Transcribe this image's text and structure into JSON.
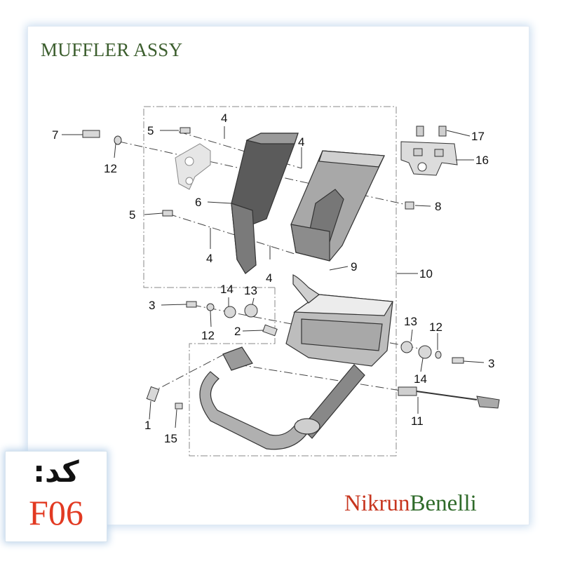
{
  "title": "MUFFLER ASSY",
  "code": {
    "label": "کد:",
    "value": "F06"
  },
  "brand": {
    "first": "Nikrun",
    "second": "Benelli"
  },
  "colors": {
    "title": "#3c5e2e",
    "code_value": "#e23a22",
    "brand_first": "#c7361f",
    "brand_second": "#2f6a2a",
    "frame_glow": "#c9dcef"
  },
  "callouts": [
    {
      "id": "c7",
      "label": "7"
    },
    {
      "id": "c5a",
      "label": "5"
    },
    {
      "id": "c4a",
      "label": "4"
    },
    {
      "id": "c4b",
      "label": "4"
    },
    {
      "id": "c12a",
      "label": "12"
    },
    {
      "id": "c6",
      "label": "6"
    },
    {
      "id": "c5b",
      "label": "5"
    },
    {
      "id": "c4c",
      "label": "4"
    },
    {
      "id": "c4d",
      "label": "4"
    },
    {
      "id": "c17",
      "label": "17"
    },
    {
      "id": "c16",
      "label": "16"
    },
    {
      "id": "c8",
      "label": "8"
    },
    {
      "id": "c9",
      "label": "9"
    },
    {
      "id": "c10",
      "label": "10"
    },
    {
      "id": "c14a",
      "label": "14"
    },
    {
      "id": "c13a",
      "label": "13"
    },
    {
      "id": "c3a",
      "label": "3"
    },
    {
      "id": "c12b",
      "label": "12"
    },
    {
      "id": "c2",
      "label": "2"
    },
    {
      "id": "c13b",
      "label": "13"
    },
    {
      "id": "c12c",
      "label": "12"
    },
    {
      "id": "c3b",
      "label": "3"
    },
    {
      "id": "c14b",
      "label": "14"
    },
    {
      "id": "c11",
      "label": "11"
    },
    {
      "id": "c1",
      "label": "1"
    },
    {
      "id": "c15",
      "label": "15"
    }
  ]
}
